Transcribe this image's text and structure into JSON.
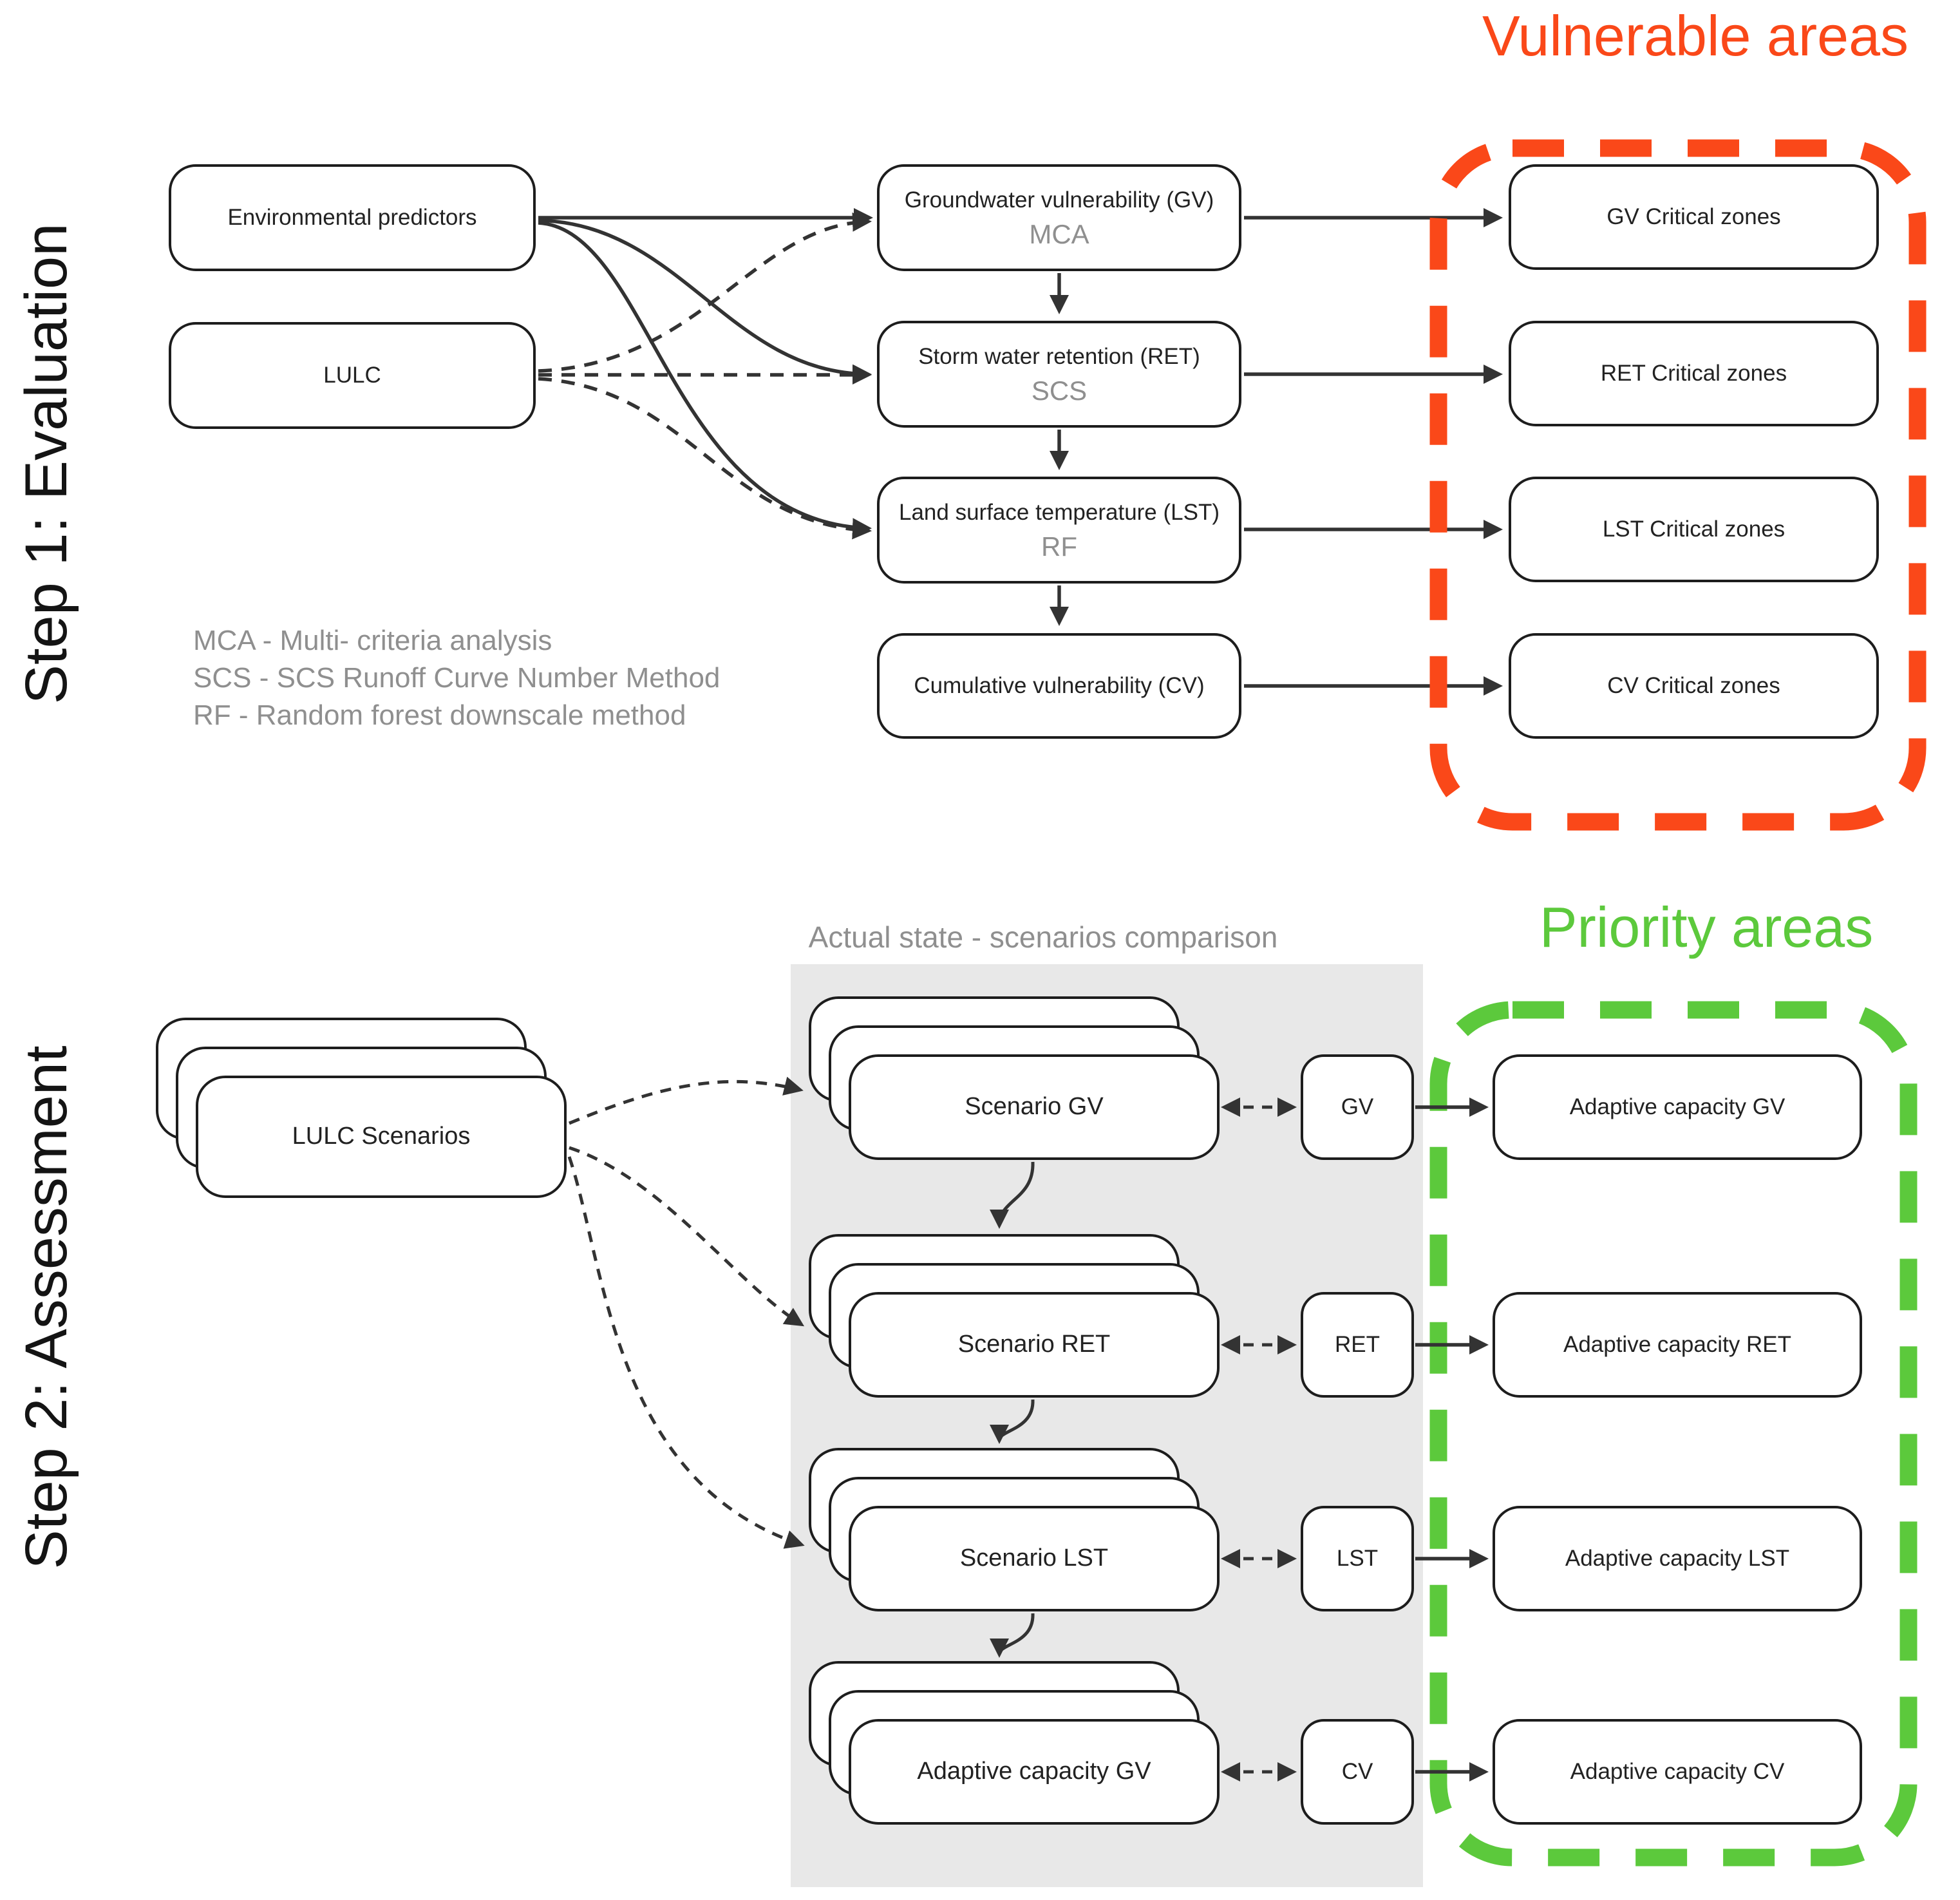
{
  "titles": {
    "vulnerable": "Vulnerable areas",
    "priority": "Priority areas"
  },
  "step1": {
    "label": "Step 1: Evaluation",
    "inputs": [
      {
        "label": "Environmental predictors"
      },
      {
        "label": "LULC"
      }
    ],
    "process": [
      {
        "label": "Groundwater vulnerability (GV)",
        "method": "MCA"
      },
      {
        "label": "Storm water retention (RET)",
        "method": "SCS"
      },
      {
        "label": "Land surface temperature (LST)",
        "method": "RF"
      },
      {
        "label": "Cumulative vulnerability (CV)"
      }
    ],
    "outputs": [
      {
        "label": "GV Critical zones"
      },
      {
        "label": "RET Critical zones"
      },
      {
        "label": "LST Critical zones"
      },
      {
        "label": "CV Critical zones"
      }
    ],
    "legend": [
      "MCA - Multi- criteria analysis",
      "SCS - SCS Runoff Curve Number Method",
      "RF - Random forest downscale method"
    ]
  },
  "step2": {
    "label": "Step 2: Assessment",
    "source": {
      "label": "LULC Scenarios"
    },
    "panel_title": "Actual state - scenarios comparison",
    "scenarios": [
      {
        "label": "Scenario GV"
      },
      {
        "label": "Scenario RET"
      },
      {
        "label": "Scenario LST"
      },
      {
        "label": "Adaptive capacity GV"
      }
    ],
    "actual": [
      {
        "label": "GV"
      },
      {
        "label": "RET"
      },
      {
        "label": "LST"
      },
      {
        "label": "CV"
      }
    ],
    "outputs": [
      {
        "label": "Adaptive capacity GV"
      },
      {
        "label": "Adaptive capacity RET"
      },
      {
        "label": "Adaptive capacity LST"
      },
      {
        "label": "Adaptive capacity CV"
      }
    ]
  },
  "colors": {
    "accent_orange": "#FA4819",
    "accent_green": "#5CC93C",
    "panel_gray": "#E8E8E8",
    "muted_text": "#8F8F8F",
    "line": "#333333"
  }
}
